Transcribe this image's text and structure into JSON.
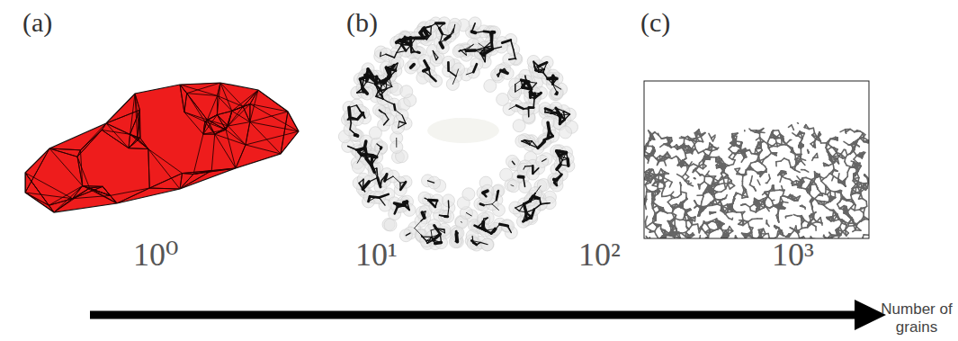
{
  "diagram": {
    "labels": [
      "(a)",
      "(b)",
      "(c)",
      "10⁰",
      "10¹",
      "10²",
      "10³",
      "Number of grains"
    ]
  }
}
